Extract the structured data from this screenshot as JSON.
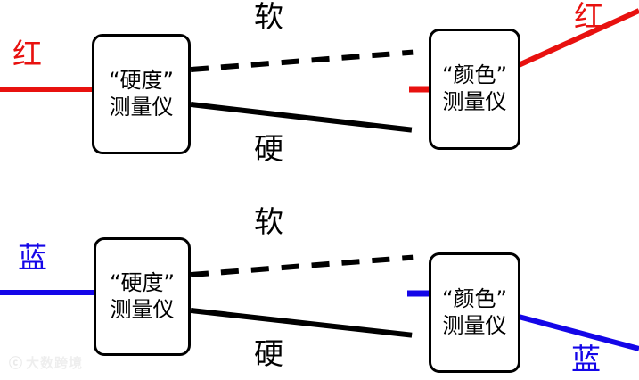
{
  "figure": {
    "title": "",
    "background_color": "#ffffff",
    "colors": {
      "red_beam": "#e8110f",
      "blue_beam": "#1406e8",
      "line_black": "#000000",
      "box_border": "#000000",
      "box_fill": "#ffffff"
    }
  },
  "rows": [
    {
      "id": "top",
      "input_label": "红",
      "input_color": "#e8110f",
      "device_1": {
        "line1": "“硬度”",
        "line2": "测量仪"
      },
      "branch_upper_label": "软",
      "branch_lower_label": "硬",
      "device_2": {
        "line1": "“颜色”",
        "line2": "测量仪"
      },
      "output_label": "红",
      "output_color": "#e8110f"
    },
    {
      "id": "bottom",
      "input_label": "蓝",
      "input_color": "#1406e8",
      "device_1": {
        "line1": "“硬度”",
        "line2": "测量仪"
      },
      "branch_upper_label": "软",
      "branch_lower_label": "硬",
      "device_2": {
        "line1": "“颜色”",
        "line2": "测量仪"
      },
      "output_label": "蓝",
      "output_color": "#1406e8"
    }
  ],
  "watermark": {
    "mark": "ⓒ",
    "text": "大数跨境"
  }
}
